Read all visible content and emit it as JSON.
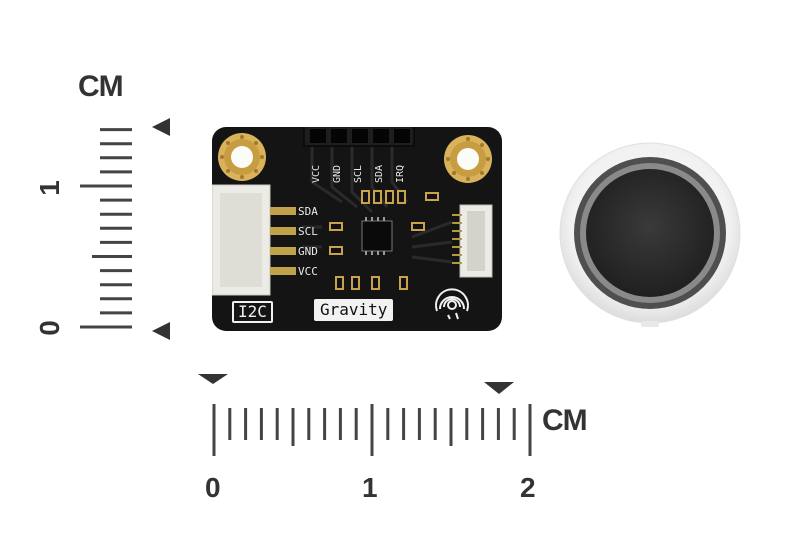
{
  "scale_vertical": {
    "unit": "CM",
    "labels": [
      "1",
      "0"
    ]
  },
  "scale_horizontal": {
    "unit": "CM",
    "labels": [
      "0",
      "1",
      "2"
    ]
  },
  "board": {
    "badge_left": "I2C",
    "badge_center": "Gravity",
    "side_pins": [
      "SDA",
      "SCL",
      "GND",
      "VCC"
    ],
    "header_pins": [
      "VCC",
      "GND",
      "SCL",
      "SDA",
      "IRQ"
    ],
    "colors": {
      "pcb": "#141414",
      "pad": "#d9b25a",
      "connector": "#ecebe6"
    }
  },
  "sensor": {
    "colors": {
      "ring": "#efefef",
      "face": "#2b2b2b"
    }
  }
}
